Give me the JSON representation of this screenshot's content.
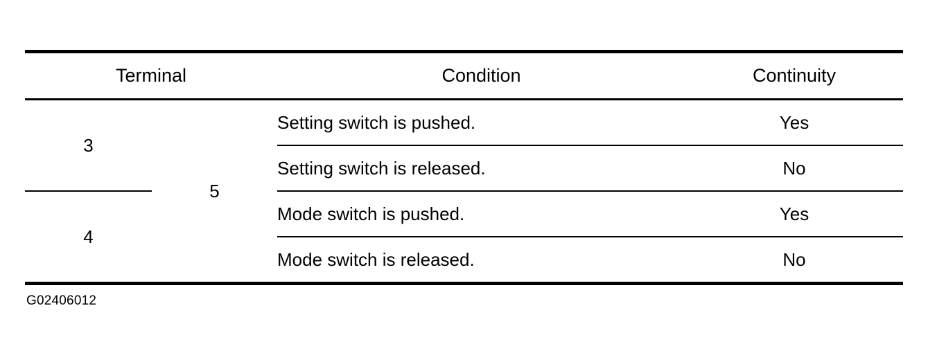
{
  "figure": {
    "caption": "G02406012"
  },
  "table": {
    "headers": {
      "terminal": "Terminal",
      "condition": "Condition",
      "continuity": "Continuity"
    },
    "terminal_groups": [
      {
        "number": "3",
        "row_span": 2
      },
      {
        "number": "4",
        "row_span": 2
      }
    ],
    "terminal_common": "5",
    "rows": [
      {
        "terminal_a": "3",
        "terminal_b": "5",
        "condition": "Setting switch is pushed.",
        "continuity": "Yes"
      },
      {
        "terminal_a": "3",
        "terminal_b": "5",
        "condition": "Setting switch is released.",
        "continuity": "No"
      },
      {
        "terminal_a": "4",
        "terminal_b": "5",
        "condition": "Mode switch is pushed.",
        "continuity": "Yes"
      },
      {
        "terminal_a": "4",
        "terminal_b": "5",
        "condition": "Mode switch is released.",
        "continuity": "No"
      }
    ]
  }
}
